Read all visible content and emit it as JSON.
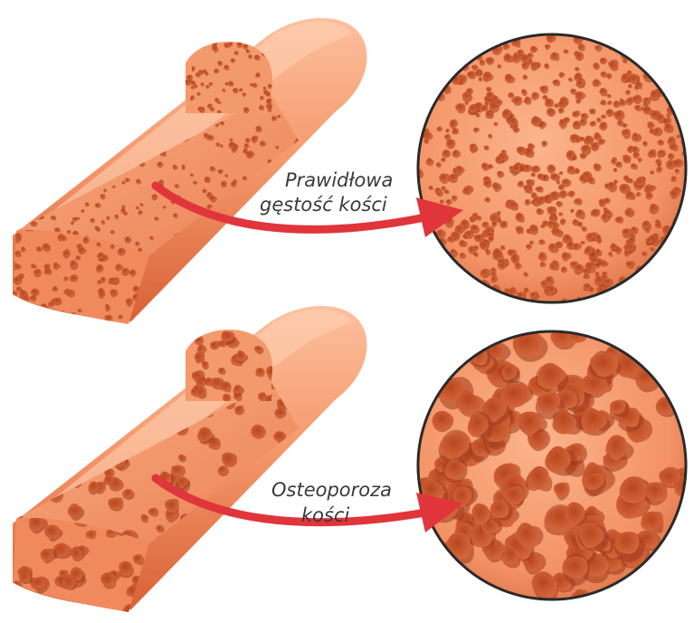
{
  "panels": [
    {
      "id": "normal",
      "line1": "Prawidłowa",
      "line2": "gęstość kości",
      "density": "normal"
    },
    {
      "id": "osteoporosis",
      "line1": "Osteoporoza",
      "line2": "kości",
      "density": "osteoporotic"
    }
  ],
  "colors": {
    "bone_light": "#fbb892",
    "bone_mid": "#f49065",
    "bone_dark": "#de6a3f",
    "pore": "#c4512b",
    "pore_deep": "#9e3b1e",
    "arrow": "#e0353a",
    "background": "#ffffff"
  }
}
